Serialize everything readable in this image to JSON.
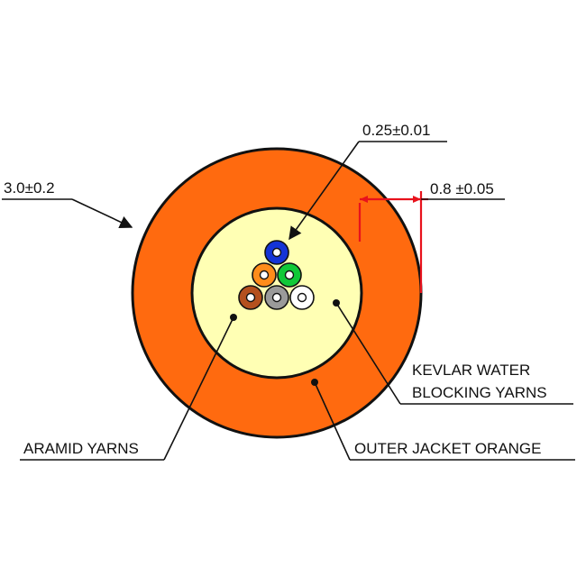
{
  "labels": {
    "outer_diameter": "3.0±0.2",
    "fiber_diameter": "0.25±0.01",
    "jacket_thickness": "0.8 ±0.05",
    "kevlar_line1": "KEVLAR WATER",
    "kevlar_line2": "BLOCKING YARNS",
    "aramid": "ARAMID YARNS",
    "outer_jacket": "OUTER JACKET ORANGE"
  },
  "colors": {
    "jacket": "#ff6a0f",
    "yarn_fill": "#ffffb4",
    "outline": "#111111",
    "dimension_line": "#e8121c",
    "fiber_blue": "#1434d6",
    "fiber_orange": "#ff8c1a",
    "fiber_green": "#10c838",
    "fiber_brown": "#b4501e",
    "fiber_gray": "#9a9a9a",
    "fiber_white": "#ffffff"
  },
  "fibers": [
    {
      "name": "fiber-blue",
      "color": "#1434d6"
    },
    {
      "name": "fiber-orange",
      "color": "#ff8c1a"
    },
    {
      "name": "fiber-green",
      "color": "#10c838"
    },
    {
      "name": "fiber-brown",
      "color": "#b4501e"
    },
    {
      "name": "fiber-gray",
      "color": "#9a9a9a"
    },
    {
      "name": "fiber-white",
      "color": "#ffffff"
    }
  ]
}
